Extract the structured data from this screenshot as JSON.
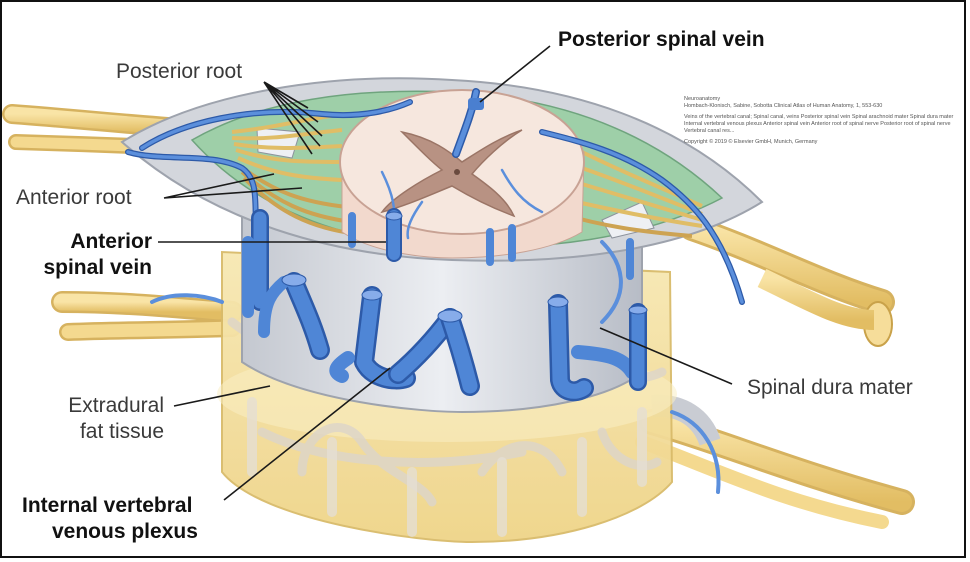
{
  "labels": {
    "posterior_root": "Posterior root",
    "posterior_spinal_vein": "Posterior spinal vein",
    "anterior_root": "Anterior root",
    "anterior_spinal_vein_1": "Anterior",
    "anterior_spinal_vein_2": "spinal vein",
    "spinal_dura_mater": "Spinal dura mater",
    "extradural_fat_1": "Extradural",
    "extradural_fat_2": "fat tissue",
    "internal_plexus_1": "Internal vertebral",
    "internal_plexus_2": "venous plexus"
  },
  "credit": {
    "line1": "Neuroanatomy",
    "line2": "Hombach-Klonisch, Sabine, Sobotta Clinical Atlas of Human Anatomy, 1, 553-630",
    "line3": "Veins of the vertebral canal; Spinal canal, veins Posterior spinal vein Spinal arachnoid mater Spinal dura mater Internal vertebral venous plexus Anterior spinal vein Anterior root of spinal nerve Posterior root of spinal nerve Vertebral canal res...",
    "line4": "Copyright © 2019 © Elsevier GmbH, Munich, Germany"
  },
  "colors": {
    "vein": "#4a7fd0",
    "vein_dark": "#2d5aa8",
    "nerve": "#f3d58a",
    "nerve_dark": "#c9a24a",
    "dura": "#d8dadf",
    "dura_dark": "#9ea3ad",
    "arachnoid": "#9cc9a4",
    "cord": "#f5e6dc",
    "grey_matter": "#b8978a",
    "fat": "#f6e3a6"
  }
}
